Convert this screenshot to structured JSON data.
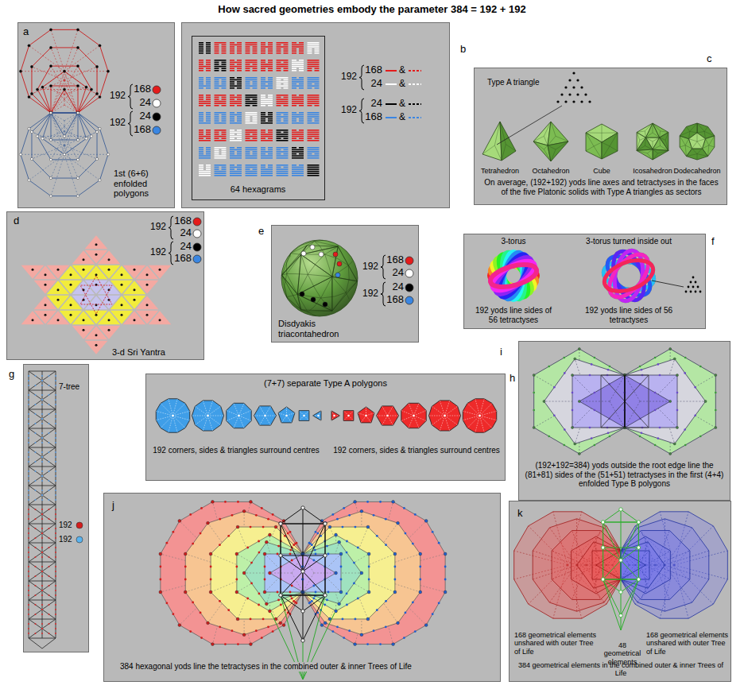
{
  "diagram": {
    "title": "How sacred geometries embody the parameter 384 = 192 + 192",
    "nodes": [
      {
        "text": [
          "a",
          "192",
          "168",
          "24",
          "192",
          "24",
          "168",
          "1st (6+6) enfolded polygons"
        ]
      },
      {
        "text": [
          "b",
          "192",
          "168",
          "&",
          "24",
          "&",
          "192",
          "24",
          "&",
          "168",
          "&"
        ]
      },
      {
        "text": [
          "64 hexagrams"
        ],
        "in": 1
      },
      {
        "text": [
          "c",
          "Type A triangle",
          "Tetrahedron",
          "Octahedron",
          "Cube",
          "Icosahedron",
          "Dodecahedron",
          "On average, (192+192) yods line axes and tetractyses in the faces of the five Platonic solids with Type A triangles as sectors"
        ]
      },
      {
        "text": [
          "d",
          "192",
          "168",
          "24",
          "192",
          "24",
          "168",
          "3-d Sri Yantra"
        ]
      },
      {
        "text": [
          "e",
          "192",
          "168",
          "24",
          "192",
          "24",
          "168",
          "Disdyakis triacontahedron"
        ]
      },
      {
        "text": [
          "f",
          "3-torus",
          "3-torus turned inside out",
          "192 yods line sides of 56 tetractyses",
          "192 yods line sides of 56 tetractyses"
        ]
      },
      {
        "text": [
          "g",
          "7-tree",
          "192",
          "192"
        ]
      },
      {
        "text": [
          "h",
          "(7+7) separate Type A polygons",
          "192 corners, sides & triangles surround centres",
          "192 corners, sides & triangles surround centres"
        ]
      },
      {
        "text": [
          "i",
          "(192+192=384) yods outside the root edge line the (81+81) sides of the (51+51) tetractyses in the first (4+4) enfolded Type B polygons"
        ]
      },
      {
        "text": [
          "j",
          "384 hexagonal yods line the tetractyses in the combined outer & inner Trees of Life"
        ]
      },
      {
        "text": [
          "k",
          "168 geometrical elements unshared with outer Tree of Life",
          "48 geometrical elements",
          "168 geometrical elements unshared with outer Tree of Life",
          "384 geometrical elements in the combined outer & inner Trees of Life"
        ]
      }
    ]
  }
}
